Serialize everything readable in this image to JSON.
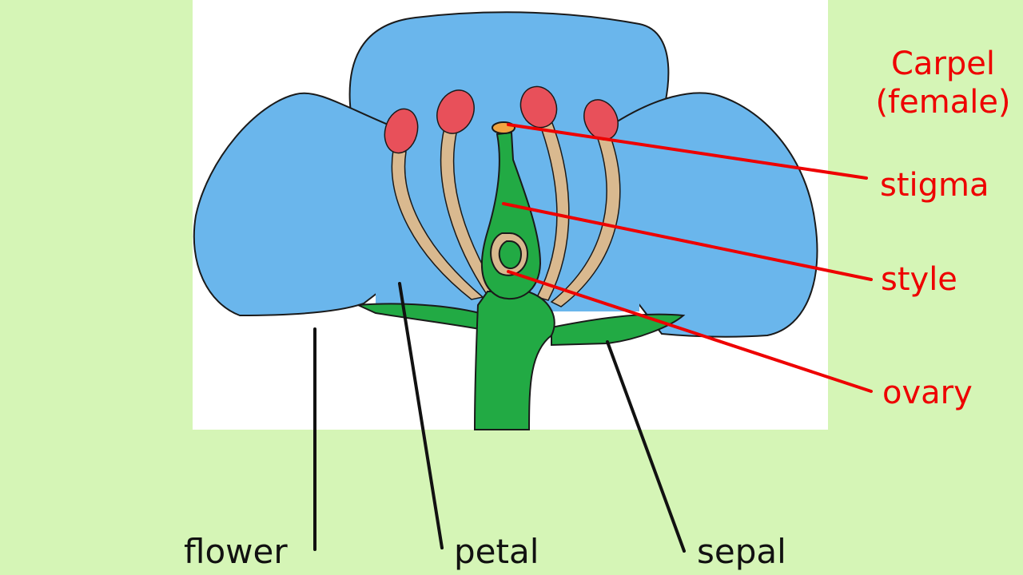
{
  "carpel_heading": {
    "line1": "Carpel",
    "line2": "(female)"
  },
  "labels": {
    "stigma": "stigma",
    "style": "style",
    "ovary": "ovary",
    "flower": "flower",
    "petal": "petal",
    "sepal": "sepal"
  },
  "colors": {
    "background": "#d5f5b6",
    "panel": "#ffffff",
    "petal": "#6ab6ec",
    "filament": "#d9b98f",
    "anther": "#e8505a",
    "pistil": "#22aa44",
    "stigma_tip": "#f2a541",
    "red_label": "#ee0000",
    "black_label": "#111111"
  }
}
